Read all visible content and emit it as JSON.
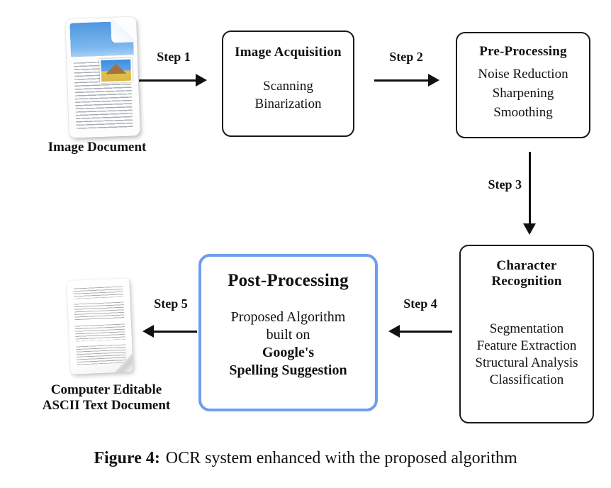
{
  "figure": {
    "caption_label": "Figure 4:",
    "caption_text": "OCR system enhanced with the proposed algorithm"
  },
  "steps": [
    "Step 1",
    "Step 2",
    "Step 3",
    "Step 4",
    "Step 5"
  ],
  "nodes": {
    "image_document": {
      "label": "Image Document",
      "icon": "image-document-icon"
    },
    "image_acquisition": {
      "title": "Image Acquisition",
      "items": [
        "Scanning",
        "Binarization"
      ]
    },
    "pre_processing": {
      "title": "Pre-Processing",
      "items": [
        "Noise Reduction",
        "Sharpening",
        "Smoothing"
      ]
    },
    "character_recognition": {
      "title": "Character Recognition",
      "items": [
        "Segmentation",
        "Feature Extraction",
        "Structural Analysis",
        "Classification"
      ]
    },
    "post_processing": {
      "title": "Post-Processing",
      "lines": [
        "Proposed Algorithm",
        "built on"
      ],
      "bold_lines": [
        "Google's",
        "Spelling Suggestion"
      ]
    },
    "ascii_document": {
      "label_lines": [
        "Computer Editable",
        "ASCII Text Document"
      ],
      "icon": "text-document-icon"
    }
  },
  "colors": {
    "highlight_border": "#6d9eeb",
    "line": "#111111",
    "background": "#ffffff"
  }
}
